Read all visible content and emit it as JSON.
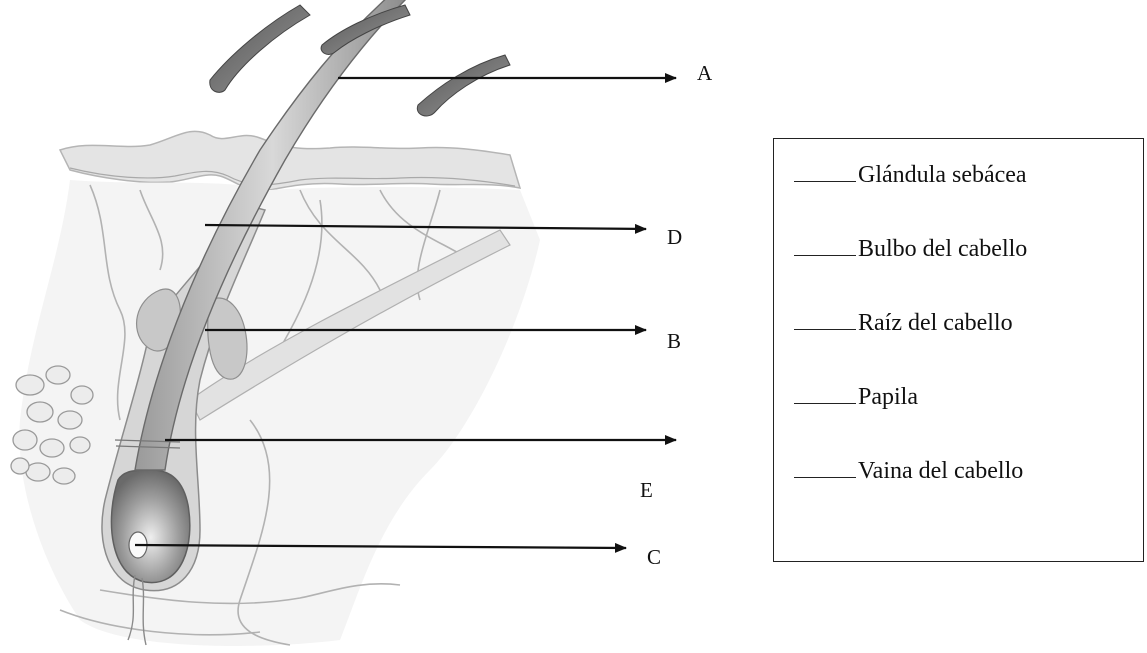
{
  "labels": {
    "a": "A",
    "b": "B",
    "c": "C",
    "d": "D",
    "e": "E"
  },
  "options": [
    "Glándula sebácea",
    "Bulbo del cabello",
    "Raíz del cabello",
    "Papila",
    "Vaina del cabello"
  ],
  "colors": {
    "ink": "#111111",
    "tissue": "#c9c9c9",
    "hair": "#6f6f6f"
  }
}
